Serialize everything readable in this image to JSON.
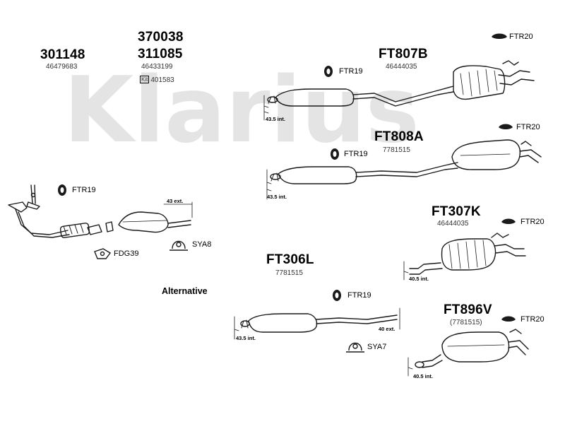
{
  "watermark": "Klarius",
  "parts": {
    "p301148": {
      "code": "301148",
      "ref": "46479683"
    },
    "p370038": {
      "code": "370038"
    },
    "p311085": {
      "code": "311085",
      "ref": "46433199",
      "kit_label": "Kit",
      "kit_ref": "401583"
    },
    "ft807b": {
      "code": "FT807B",
      "ref": "46444035"
    },
    "ft808a": {
      "code": "FT808A",
      "ref": "7781515"
    },
    "ft307k": {
      "code": "FT307K",
      "ref": "46444035"
    },
    "ft306l": {
      "code": "FT306L",
      "ref": "7781515"
    },
    "ft896v": {
      "code": "FT896V",
      "ref": "(7781515)"
    }
  },
  "fittings": {
    "ftr19_a": "FTR19",
    "ftr19_b": "FTR19",
    "ftr19_c": "FTR19",
    "ftr19_d": "FTR19",
    "ftr20_a": "FTR20",
    "ftr20_b": "FTR20",
    "ftr20_c": "FTR20",
    "ftr20_d": "FTR20",
    "sya8": "SYA8",
    "sya7": "SYA7",
    "fdg39": "FDG39"
  },
  "measurements": {
    "m1": "43.5 int.",
    "m2": "43.5 int.",
    "m3": "43 ext.",
    "m4": "40.5 int.",
    "m5": "43.5 int.",
    "m6": "40 ext.",
    "m7": "40.5 int."
  },
  "alternative_label": "Alternative",
  "colors": {
    "watermark": "#e4e4e4",
    "line": "#1a1a1a",
    "text": "#000000"
  }
}
